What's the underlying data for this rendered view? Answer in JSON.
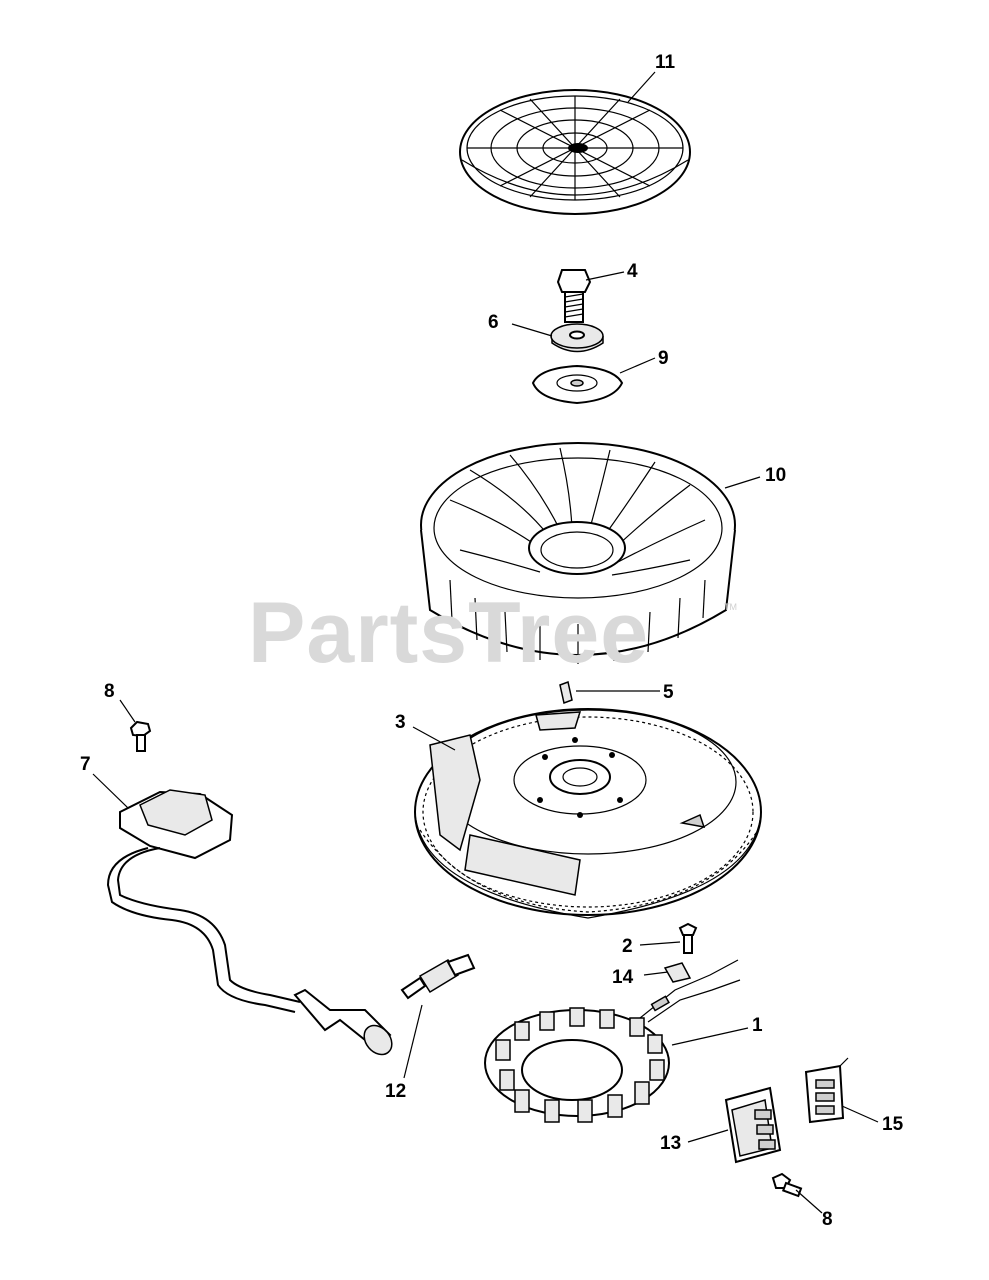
{
  "watermark": {
    "text": "PartsTree",
    "tm": "TM"
  },
  "callouts": [
    {
      "id": "c11",
      "label": "11"
    },
    {
      "id": "c4",
      "label": "4"
    },
    {
      "id": "c6",
      "label": "6"
    },
    {
      "id": "c9",
      "label": "9"
    },
    {
      "id": "c10",
      "label": "10"
    },
    {
      "id": "c5",
      "label": "5"
    },
    {
      "id": "c3",
      "label": "3"
    },
    {
      "id": "c8a",
      "label": "8"
    },
    {
      "id": "c7",
      "label": "7"
    },
    {
      "id": "c2",
      "label": "2"
    },
    {
      "id": "c14",
      "label": "14"
    },
    {
      "id": "c1",
      "label": "1"
    },
    {
      "id": "c12",
      "label": "12"
    },
    {
      "id": "c15",
      "label": "15"
    },
    {
      "id": "c13",
      "label": "13"
    },
    {
      "id": "c8b",
      "label": "8"
    }
  ],
  "colors": {
    "ink": "#000000",
    "watermark": "#d9d9d9",
    "background": "#ffffff"
  }
}
